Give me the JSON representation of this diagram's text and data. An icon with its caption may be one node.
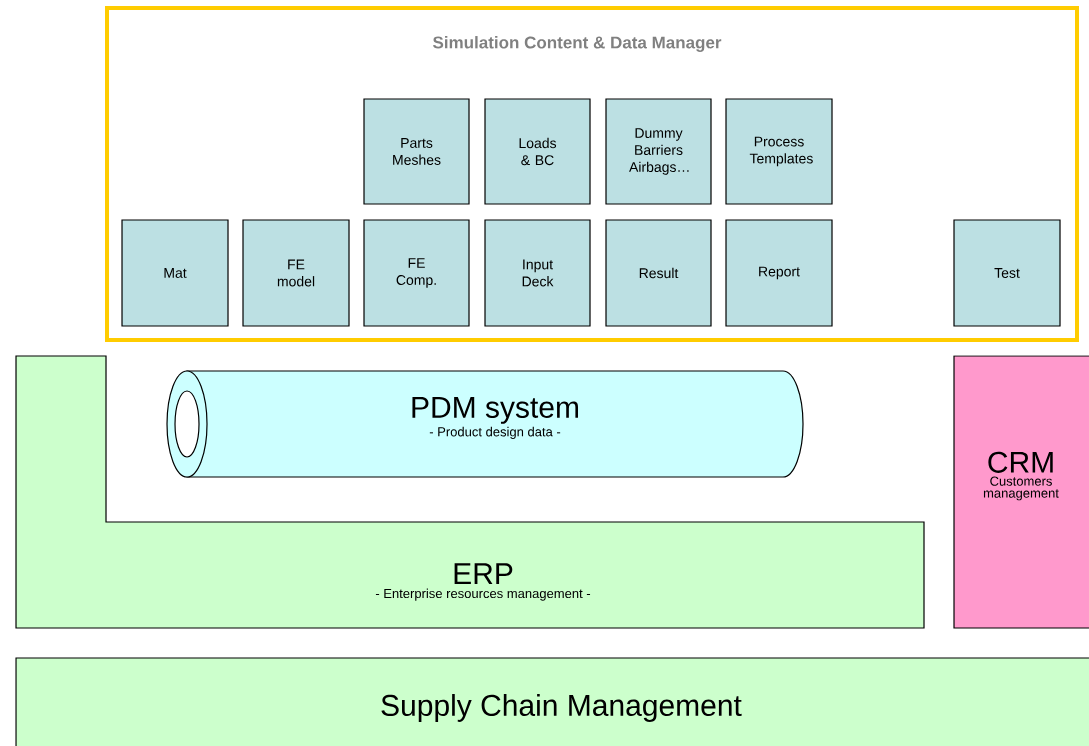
{
  "diagram": {
    "nodes": [
      {
        "text": [
          "Simulation Content & Data Manager"
        ]
      },
      {
        "text": [
          "Parts Meshes"
        ],
        "in": 0
      },
      {
        "text": [
          "Loads & BC"
        ],
        "in": 0
      },
      {
        "text": [
          "Dummy Barriers Airbags…"
        ],
        "in": 0
      },
      {
        "text": [
          "Process Templates"
        ],
        "in": 0
      },
      {
        "text": [
          "Mat"
        ],
        "in": 0
      },
      {
        "text": [
          "FE model"
        ],
        "in": 0
      },
      {
        "text": [
          "FE Comp."
        ],
        "in": 0
      },
      {
        "text": [
          "Input Deck"
        ],
        "in": 0
      },
      {
        "text": [
          "Result"
        ],
        "in": 0
      },
      {
        "text": [
          "Report"
        ],
        "in": 0
      },
      {
        "text": [
          "Test"
        ],
        "in": 0
      },
      {
        "text": [
          "PDM system",
          "- Product design data -"
        ]
      },
      {
        "text": [
          "ERP",
          "- Enterprise resources management -"
        ]
      },
      {
        "text": [
          "CRM",
          "Customers management"
        ]
      },
      {
        "text": [
          "Supply Chain Management"
        ]
      }
    ]
  }
}
